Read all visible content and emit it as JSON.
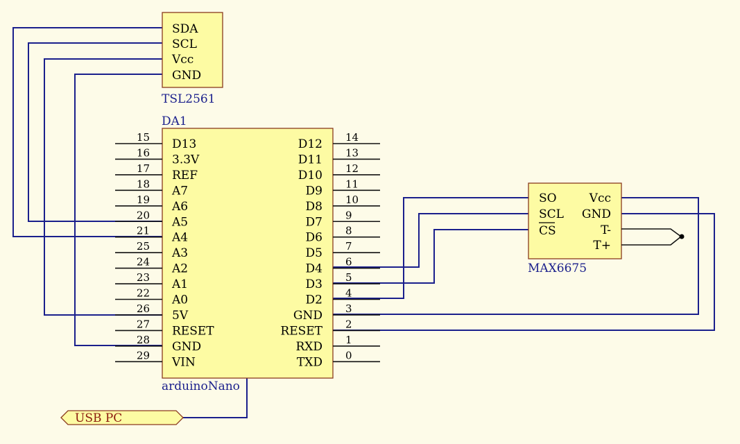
{
  "tsl2561": {
    "designator": "TSL2561",
    "pins": [
      "SDA",
      "SCL",
      "Vcc",
      "GND"
    ]
  },
  "nano": {
    "designator": "DA1",
    "name": "arduinoNano",
    "left_pins": [
      {
        "label": "D13",
        "num": "15"
      },
      {
        "label": "3.3V",
        "num": "16"
      },
      {
        "label": "REF",
        "num": "17"
      },
      {
        "label": "A7",
        "num": "18"
      },
      {
        "label": "A6",
        "num": "19"
      },
      {
        "label": "A5",
        "num": "20"
      },
      {
        "label": "A4",
        "num": "21"
      },
      {
        "label": "A3",
        "num": "25"
      },
      {
        "label": "A2",
        "num": "24"
      },
      {
        "label": "A1",
        "num": "23"
      },
      {
        "label": "A0",
        "num": "22"
      },
      {
        "label": "5V",
        "num": "26"
      },
      {
        "label": "RESET",
        "num": "27"
      },
      {
        "label": "GND",
        "num": "28"
      },
      {
        "label": "VIN",
        "num": "29"
      }
    ],
    "right_pins": [
      {
        "label": "D12",
        "num": "14"
      },
      {
        "label": "D11",
        "num": "13"
      },
      {
        "label": "D10",
        "num": "12"
      },
      {
        "label": "D9",
        "num": "11"
      },
      {
        "label": "D8",
        "num": "10"
      },
      {
        "label": "D7",
        "num": "9"
      },
      {
        "label": "D6",
        "num": "8"
      },
      {
        "label": "D5",
        "num": "7"
      },
      {
        "label": "D4",
        "num": "6"
      },
      {
        "label": "D3",
        "num": "5"
      },
      {
        "label": "D2",
        "num": "4"
      },
      {
        "label": "GND",
        "num": "3"
      },
      {
        "label": "RESET",
        "num": "2"
      },
      {
        "label": "RXD",
        "num": "1"
      },
      {
        "label": "TXD",
        "num": "0"
      }
    ]
  },
  "max6675": {
    "designator": "MAX6675",
    "left_pins": [
      "SO",
      "SCL",
      "CS"
    ],
    "right_pins": [
      "Vcc",
      "GND",
      "T-",
      "T+"
    ]
  },
  "usb_port": {
    "label": "USB PC"
  },
  "colors": {
    "wire": "#1a1f8c",
    "component_fill": "#fdfba3",
    "component_border": "#8b3a1e",
    "background": "#fdfbe8"
  }
}
